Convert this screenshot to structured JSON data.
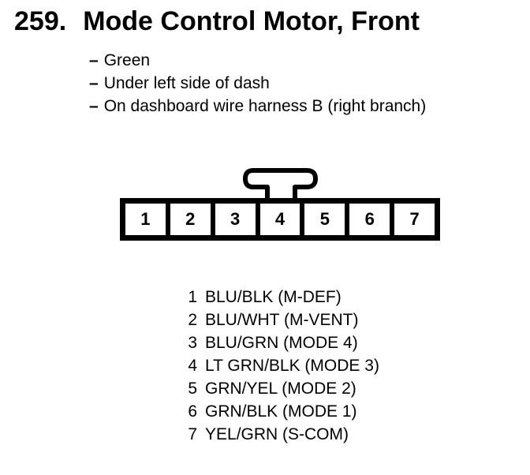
{
  "page": {
    "background_color": "#ffffff",
    "ink_color": "#000000"
  },
  "heading": {
    "number": "259.",
    "title": "Mode Control Motor, Front"
  },
  "details": {
    "marker": "–",
    "items": [
      "Green",
      "Under left side of dash",
      "On dashboard wire harness B (right branch)"
    ]
  },
  "connector": {
    "description": "7-cavity connector, face view, lock tab on top",
    "pins": [
      "1",
      "2",
      "3",
      "4",
      "5",
      "6",
      "7"
    ]
  },
  "pinout": [
    {
      "num": "1",
      "label": "BLU/BLK (M-DEF)"
    },
    {
      "num": "2",
      "label": "BLU/WHT (M-VENT)"
    },
    {
      "num": "3",
      "label": "BLU/GRN (MODE 4)"
    },
    {
      "num": "4",
      "label": "LT GRN/BLK (MODE 3)"
    },
    {
      "num": "5",
      "label": "GRN/YEL (MODE 2)"
    },
    {
      "num": "6",
      "label": "GRN/BLK (MODE 1)"
    },
    {
      "num": "7",
      "label": "YEL/GRN (S-COM)"
    }
  ]
}
